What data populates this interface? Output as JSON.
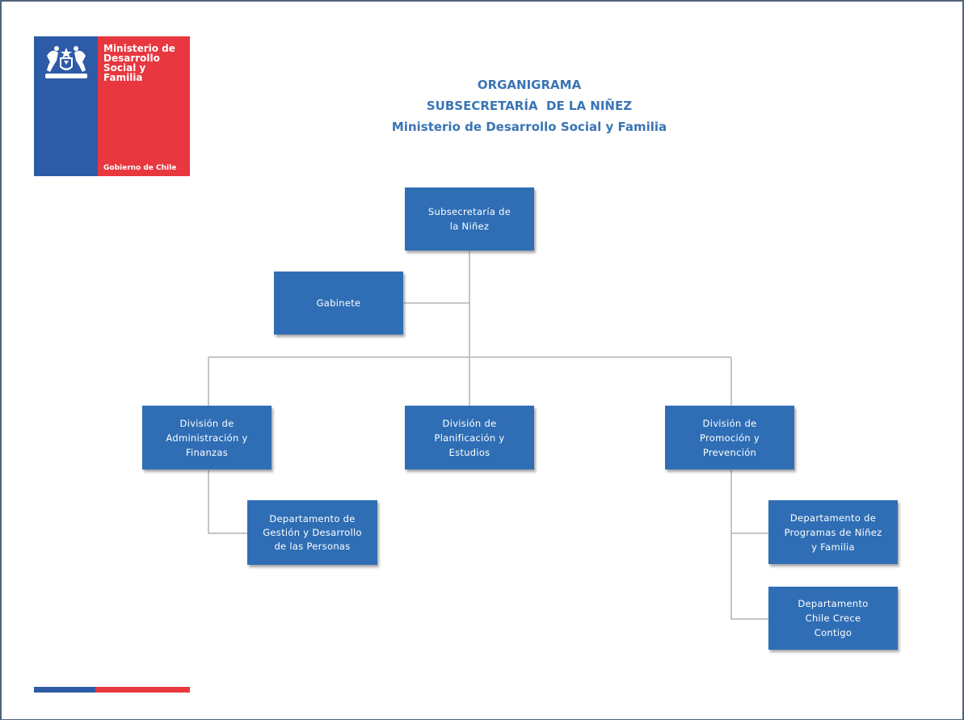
{
  "logo": {
    "line1": "Ministerio de",
    "line2": "Desarrollo",
    "line3": "Social y",
    "line4": "Familia",
    "government": "Gobierno de Chile",
    "colors": {
      "blue": "#2e5ba7",
      "red": "#e8373f"
    }
  },
  "title": {
    "line1": "ORGANIGRAMA",
    "line2": "SUBSECRETARÍA  DE LA NIÑEZ",
    "line3": "Ministerio de Desarrollo Social y Familia"
  },
  "nodes": {
    "subsecretaria": "Subsecretaría de la Niñez",
    "gabinete": "Gabinete",
    "div_admin": "División de Administración y Finanzas",
    "div_planificacion": "División de Planificación y Estudios",
    "div_promocion": "División de Promoción y Prevención",
    "dep_gestion": "Departamento de Gestión y Desarrollo de las Personas",
    "dep_programas": "Departamento de Programas de Niñez y Familia",
    "dep_chile_crece": "Departamento Chile Crece Contigo"
  },
  "colors": {
    "box": "#2f6eb5",
    "title": "#3a75b4",
    "connector": "#b3b3b3"
  }
}
